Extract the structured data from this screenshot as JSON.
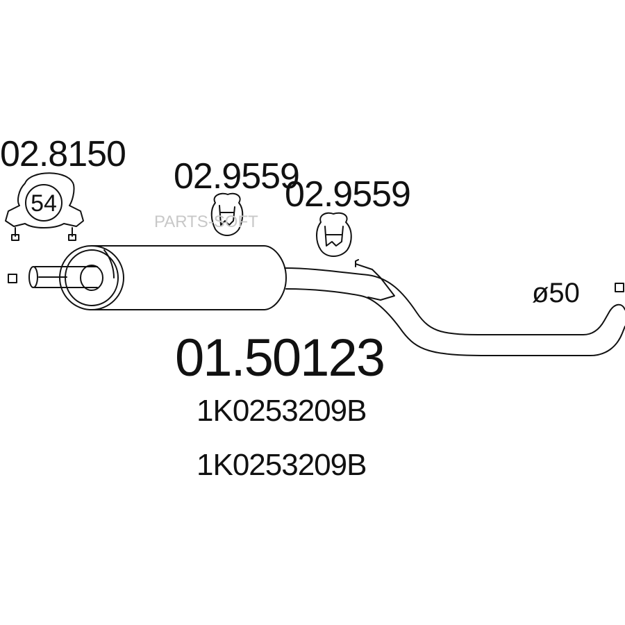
{
  "parts": {
    "clamp": {
      "code": "02.8150",
      "size": "54"
    },
    "hanger_1": {
      "code": "02.9559"
    },
    "hanger_2": {
      "code": "02.9559"
    }
  },
  "main_part": {
    "code": "01.50123",
    "oem_numbers": [
      "1K0253209B",
      "1K0253209B"
    ]
  },
  "pipe": {
    "diameter": "ø50"
  },
  "watermark": "PARTS-SOFT"
}
